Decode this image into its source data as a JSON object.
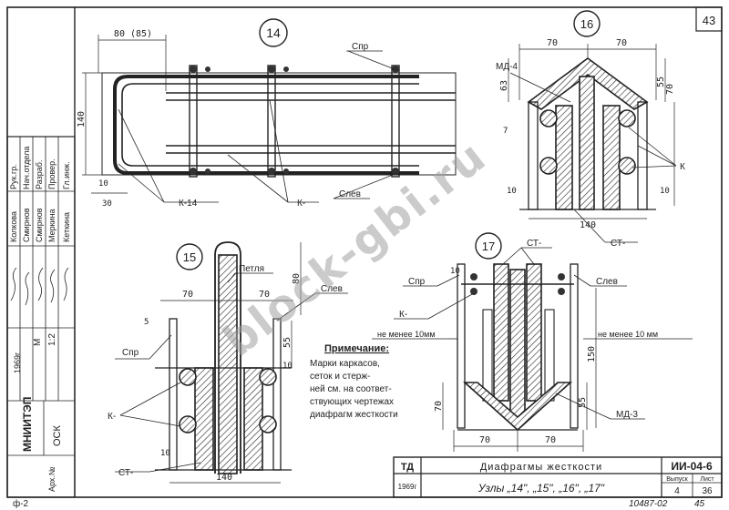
{
  "sheet": {
    "sheet_no": "43",
    "series_code": "ИИ-04-6",
    "title": "Диафрагмы жесткости",
    "subtitle": "Узлы „14\", „15\", „16\", „17\"",
    "doc_type": "ТД",
    "year": "1969г",
    "issue_label": "Выпуск",
    "issue": "4",
    "sheet_label": "Лист",
    "sheet": "36",
    "bottom_left": "ф-2",
    "bottom_number": "10487-02",
    "bottom_page": "45",
    "watermark": "block-gbi.ru"
  },
  "side_block": {
    "org": "МНИИТЭП",
    "dept": "ОСК",
    "archive": "Арх.№",
    "scale_label": "М",
    "scale": "1:2",
    "year": "1969г",
    "roles": [
      "Рук.гр.",
      "Нач.отдела",
      "Разраб.",
      "Провер.",
      "Гл.инж."
    ],
    "names": [
      "Колкова",
      "Смирнов",
      "Смирнов",
      "Меркина",
      "Кеткина"
    ]
  },
  "node14": {
    "label": "14",
    "dims": [
      "80 (85)",
      "140",
      "10",
      "30"
    ],
    "callouts": [
      "Спр",
      "К-14",
      "К-",
      "Слев"
    ]
  },
  "node16": {
    "label": "16",
    "dims": [
      "70",
      "70",
      "63",
      "55",
      "7",
      "70",
      "10",
      "10",
      "140"
    ],
    "callouts": [
      "МД-4",
      "К",
      "СТ-"
    ]
  },
  "node15": {
    "label": "15",
    "dims": [
      "70",
      "70",
      "80",
      "55",
      "10",
      "5",
      "10",
      "140"
    ],
    "callouts": [
      "Петля",
      "Слев",
      "Спр",
      "К-",
      "СТ-"
    ]
  },
  "node17": {
    "label": "17",
    "dims": [
      "150",
      "70",
      "55",
      "70",
      "70",
      "10"
    ],
    "callouts": [
      "СТ-",
      "Спр",
      "Слев",
      "К-",
      "не менее 10мм",
      "не менее 10 мм",
      "МД-3"
    ]
  },
  "note": {
    "heading": "Примечание:",
    "lines": [
      "Марки каркасов,",
      "сеток и стерж-",
      "ней см. на соответ-",
      "ствующих чертежах",
      "диафрагм жесткости"
    ]
  }
}
